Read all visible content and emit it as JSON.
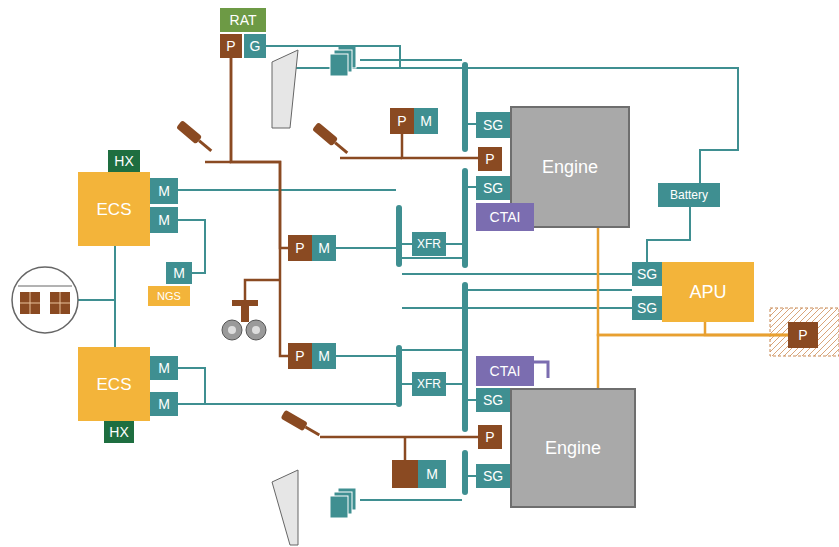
{
  "diagram": {
    "nodes": [
      {
        "text": [
          "RAT"
        ]
      },
      {
        "text": [
          "P"
        ]
      },
      {
        "text": [
          "G"
        ]
      },
      {
        "text": [
          "P"
        ]
      },
      {
        "text": [
          "M"
        ]
      },
      {
        "text": [
          "SG"
        ]
      },
      {
        "text": [
          "Engine"
        ]
      },
      {
        "text": [
          "P"
        ]
      },
      {
        "text": [
          "SG"
        ]
      },
      {
        "text": [
          "CTAI"
        ]
      },
      {
        "text": [
          "XFR"
        ]
      },
      {
        "text": [
          "HX"
        ]
      },
      {
        "text": [
          "ECS"
        ]
      },
      {
        "text": [
          "M"
        ]
      },
      {
        "text": [
          "M"
        ]
      },
      {
        "text": [
          "M"
        ]
      },
      {
        "text": [
          "NGS"
        ]
      },
      {
        "text": [
          "P"
        ]
      },
      {
        "text": [
          "M"
        ]
      },
      {
        "text": [
          "Battery"
        ]
      },
      {
        "text": [
          "SG"
        ]
      },
      {
        "text": [
          "SG"
        ]
      },
      {
        "text": [
          "APU"
        ]
      },
      {
        "text": [
          "P"
        ]
      },
      {
        "text": [
          "P"
        ]
      },
      {
        "text": [
          "M"
        ]
      },
      {
        "text": [
          "ECS"
        ]
      },
      {
        "text": [
          "M"
        ]
      },
      {
        "text": [
          "M"
        ]
      },
      {
        "text": [
          "HX"
        ]
      },
      {
        "text": [
          "XFR"
        ]
      },
      {
        "text": [
          "CTAI"
        ]
      },
      {
        "text": [
          "SG"
        ]
      },
      {
        "text": [
          "Engine"
        ]
      },
      {
        "text": [
          "P"
        ]
      },
      {
        "text": [
          "M"
        ]
      },
      {
        "text": [
          "SG"
        ]
      }
    ],
    "edges": [
      {
        "from": 1,
        "to": 17,
        "arrow": "none"
      },
      {
        "from": 1,
        "to": 24,
        "arrow": "none"
      },
      {
        "from": 3,
        "to": 7,
        "arrow": "none"
      },
      {
        "from": 12,
        "to": 26,
        "arrow": "none"
      },
      {
        "from": 2,
        "to": 19,
        "arrow": "none"
      },
      {
        "from": 19,
        "to": 20,
        "arrow": "none"
      },
      {
        "from": 6,
        "to": 23,
        "arrow": "none"
      },
      {
        "from": 33,
        "to": 23,
        "arrow": "none"
      },
      {
        "from": 22,
        "to": 23,
        "arrow": "none"
      }
    ]
  }
}
